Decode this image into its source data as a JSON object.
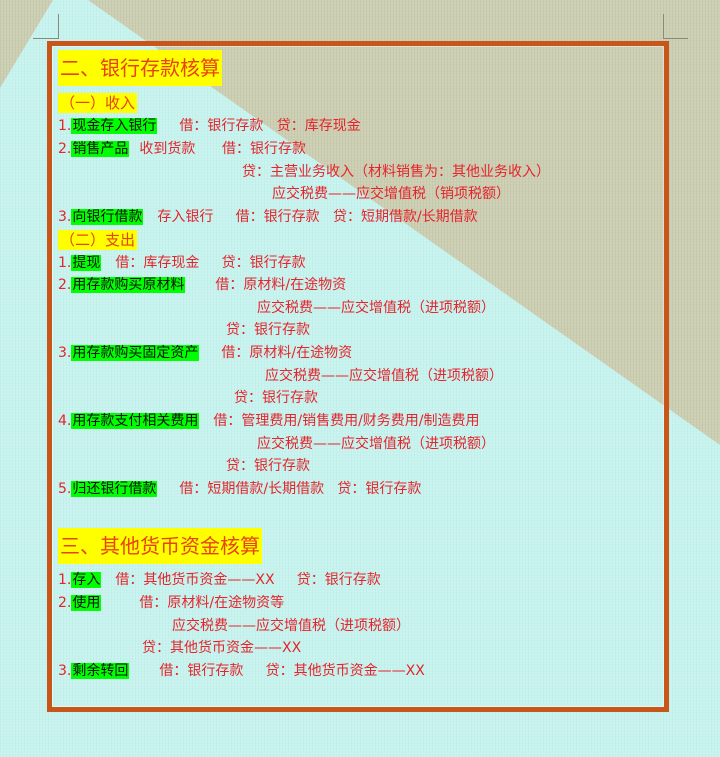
{
  "document": {
    "section2": {
      "title": "二、银行存款核算",
      "income": {
        "heading": "（一）收入",
        "items": [
          {
            "num": "1.",
            "tag": "现金存入银行",
            "text": "借：银行存款   贷：库存现金"
          },
          {
            "num": "2.",
            "tag": "销售产品",
            "text": "收到货款      借：银行存款",
            "cont": [
              "贷：主营业务收入（材料销售为：其他业务收入）",
              "应交税费——应交增值税（销项税额）"
            ]
          },
          {
            "num": "3.",
            "tag": "向银行借款",
            "text": "存入银行     借：银行存款   贷：短期借款/长期借款"
          }
        ]
      },
      "expense": {
        "heading": "（二）支出",
        "items": [
          {
            "num": "1.",
            "tag": "提现",
            "text": "借：库存现金     贷：银行存款"
          },
          {
            "num": "2.",
            "tag": "用存款购买原材料",
            "text": "借：原材料/在途物资",
            "cont": [
              "应交税费——应交增值税（进项税额）",
              "贷：银行存款"
            ]
          },
          {
            "num": "3.",
            "tag": "用存款购买固定资产",
            "text": "借：原材料/在途物资",
            "cont": [
              "应交税费——应交增值税（进项税额）",
              "贷：银行存款"
            ]
          },
          {
            "num": "4.",
            "tag": "用存款支付相关费用",
            "text": "借：管理费用/销售费用/财务费用/制造费用",
            "cont": [
              "应交税费——应交增值税（进项税额）",
              "贷：银行存款"
            ]
          },
          {
            "num": "5.",
            "tag": "归还银行借款",
            "text": "借：短期借款/长期借款   贷：银行存款"
          }
        ]
      }
    },
    "section3": {
      "title": "三、其他货币资金核算",
      "items": [
        {
          "num": "1.",
          "tag": "存入",
          "text": "借：其他货币资金——XX     贷：银行存款"
        },
        {
          "num": "2.",
          "tag": "使用",
          "text": "借：原材料/在途物资等",
          "cont": [
            "应交税费——应交增值税（进项税额）",
            "贷：其他货币资金——XX"
          ]
        },
        {
          "num": "3.",
          "tag": "剩余转回",
          "text": "借：银行存款     贷：其他货币资金——XX"
        }
      ]
    }
  },
  "colors": {
    "frame": "#c8561b",
    "heading_text": "#e8420f",
    "heading_bg": "#ffff00",
    "tag_bg": "#00ff00",
    "body_text": "#e5242b",
    "bg_cyan": "#c6f3ee",
    "bg_tan": "#cdcfb3"
  }
}
